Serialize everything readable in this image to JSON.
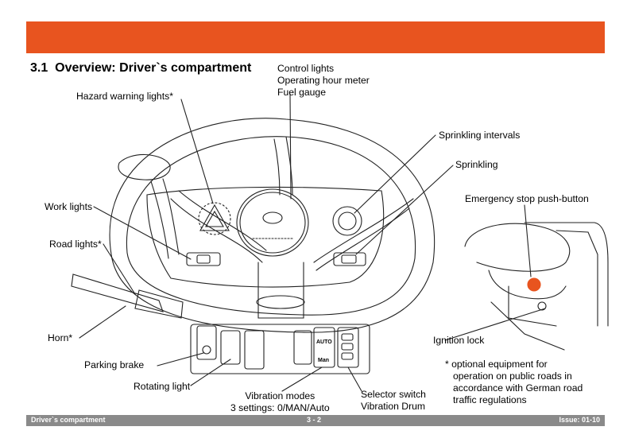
{
  "section": {
    "number": "3.1",
    "title": "Overview: Driver`s compartment"
  },
  "labels": {
    "control_lights": [
      "Control lights",
      "Operating hour meter",
      "Fuel gauge"
    ],
    "hazard": "Hazard warning lights*",
    "sprinkling_intervals": "Sprinkling intervals",
    "sprinkling": "Sprinkling",
    "emergency_stop": "Emergency stop push-button",
    "work_lights": "Work lights",
    "road_lights": "Road lights*",
    "horn": "Horn*",
    "ignition_lock": "Ignition lock",
    "parking_brake": "Parking brake",
    "rotating_light": "Rotating light",
    "vibration_modes": [
      "Vibration modes",
      "3 settings: 0/MAN/Auto"
    ],
    "selector_switch": [
      "Selector switch",
      "Vibration Drum"
    ],
    "note": [
      "* optional equipment for",
      "operation on public roads in",
      "accordance with German road",
      "traffic  regulations"
    ]
  },
  "panel_markings": {
    "auto": "AUTO",
    "man": "Man"
  },
  "footer": {
    "left": "Driver`s compartment",
    "center": "3 - 2",
    "right": "Issue: 01-10"
  },
  "colors": {
    "header_bar": "#e8541f",
    "footer_bar": "#8a8a8a",
    "emergency_button": "#e8541f"
  }
}
